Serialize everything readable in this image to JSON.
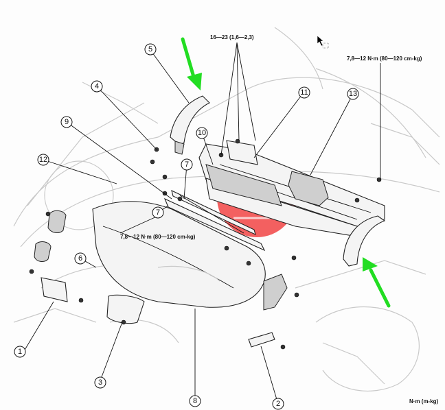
{
  "torque_labels": {
    "top_center": "16—23 (1,6—2,3)",
    "top_right": "7,8—12 N·m (80—120 cm-kg)",
    "mid_left": "7,8—12 N·m (80—120 cm-kg)",
    "units": "N·m (m-kg)"
  },
  "callouts": [
    "1",
    "2",
    "3",
    "4",
    "5",
    "6",
    "7",
    "7",
    "8",
    "9",
    "10",
    "11",
    "12",
    "13"
  ],
  "colors": {
    "arrow": "#22dd22",
    "stamp": "#ee2222",
    "ink": "#111111",
    "ghost": "#c9c9c9"
  },
  "icons": [
    "cursor-arrow-icon",
    "green-arrow-icon",
    "red-stamp-icon"
  ]
}
